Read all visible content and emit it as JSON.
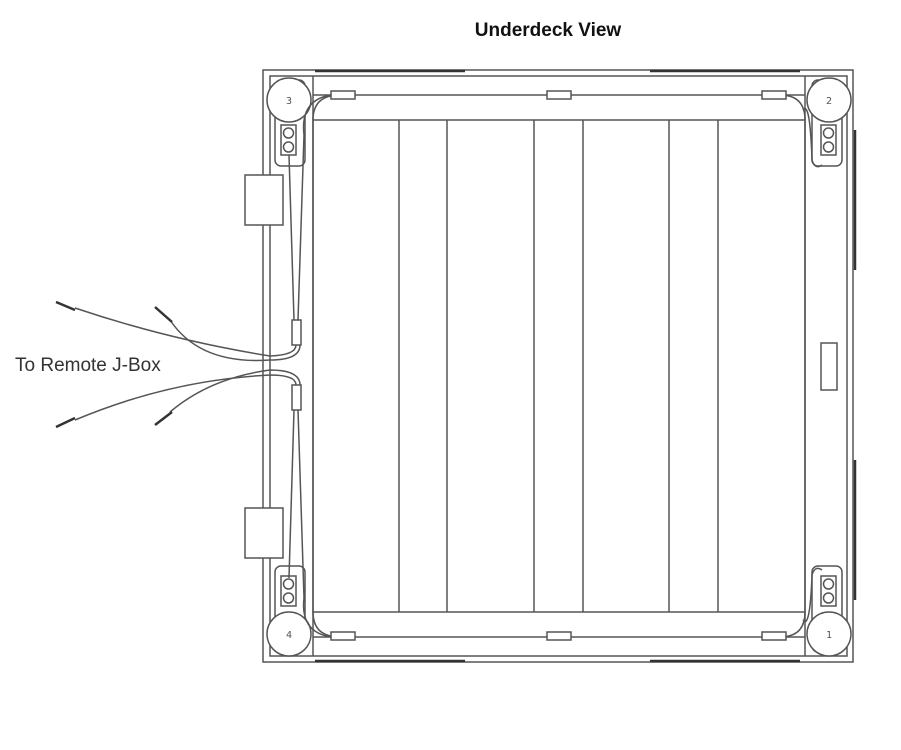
{
  "title": "Underdeck View",
  "wire_label": "To Remote J-Box",
  "corners": {
    "top_left": "3",
    "top_right": "2",
    "bottom_right": "1",
    "bottom_left": "4"
  }
}
